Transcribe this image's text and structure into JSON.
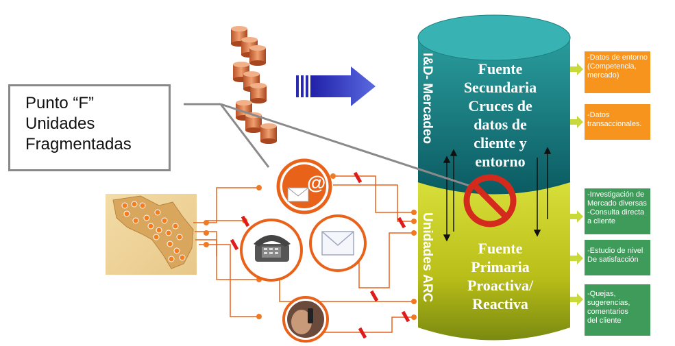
{
  "callout": {
    "line1": "Punto “F”",
    "line2": "Unidades",
    "line3": "Fragmentadas"
  },
  "cylinder": {
    "top_vertical_label": "I&D- Mercadeo",
    "bottom_vertical_label": "Unidades ARC",
    "top_text": [
      "Fuente",
      "Secundaria",
      "Cruces de",
      "datos de",
      "cliente y",
      "entorno"
    ],
    "bottom_text": [
      "Fuente",
      "Primaria",
      "Proactiva/",
      "Reactiva"
    ]
  },
  "output_boxes": {
    "box1": [
      "-Datos de entorno",
      "(Competencia,",
      " mercado)"
    ],
    "box2": [
      "-Datos",
      "transaccionales."
    ],
    "box3": [
      "-Investigación de",
      "Mercado diversas",
      "-Consulta directa",
      "  a cliente"
    ],
    "box4": [
      "-Estudio de nivel",
      "De satisfacción"
    ],
    "box5": [
      "-Quejas,",
      "sugerencias,",
      "comentarios",
      "del cliente"
    ]
  },
  "colors": {
    "teal": "#1f8f8f",
    "lime": "#b5c21a",
    "orange": "#f7941d",
    "green": "#3f9b5a",
    "channel_ring": "#e8621a",
    "prohibited": "#d42a1e",
    "arrow_blue": "#3333cc"
  }
}
